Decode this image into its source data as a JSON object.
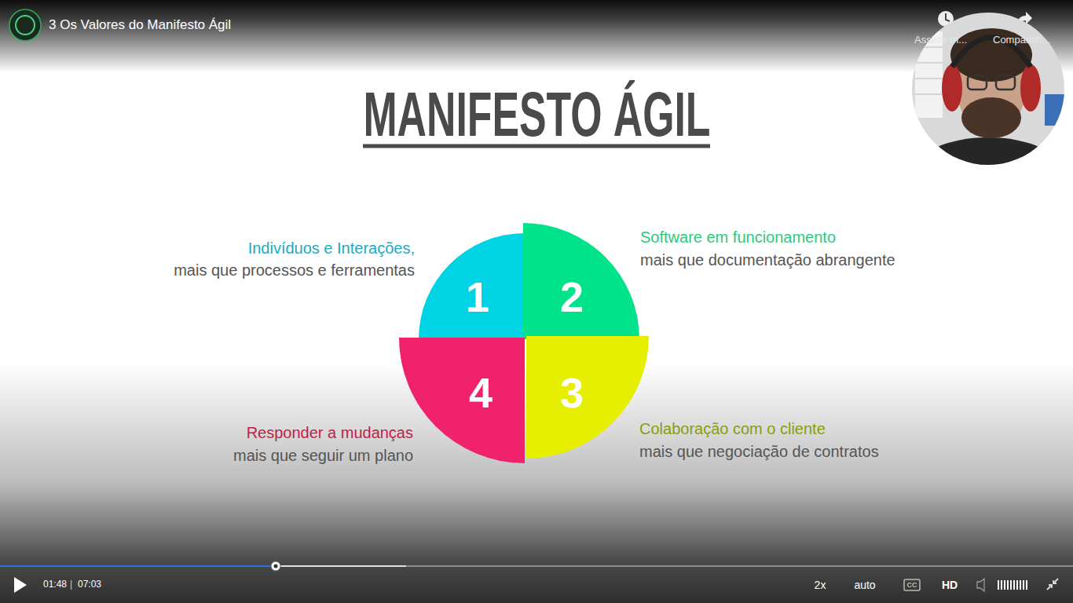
{
  "diagram": {
    "title": "MANIFESTO ÁGIL",
    "nodes": [
      {
        "text": [
          "1"
        ]
      },
      {
        "text": [
          "2"
        ]
      },
      {
        "text": [
          "3"
        ]
      },
      {
        "text": [
          "4"
        ]
      }
    ],
    "labels": [
      "3 Os Valores do Manifesto Ágil",
      "Assistir m...",
      "Compartilh...",
      "Indivíduos e Interações,",
      "mais que processos e ferramentas",
      "Software em funcionamento",
      "mais que documentação abrangente",
      "Colaboração com o cliente",
      "mais que negociação de contratos",
      "Responder a mudanças",
      "mais que seguir um plano",
      "01:48",
      "|",
      "07:03",
      "2x",
      "auto",
      "CC",
      "HD"
    ]
  }
}
